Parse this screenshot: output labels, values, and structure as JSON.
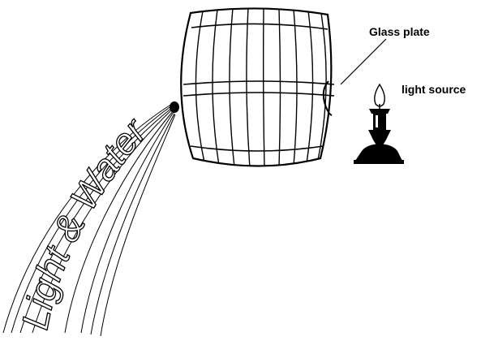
{
  "labels": {
    "glass_plate": "Glass plate",
    "light_source": "light source",
    "stream": "Light & Water"
  },
  "colors": {
    "ink": "#000000",
    "paper": "#ffffff"
  },
  "icons": [
    "barrel-icon",
    "candle-icon",
    "flame-icon"
  ]
}
